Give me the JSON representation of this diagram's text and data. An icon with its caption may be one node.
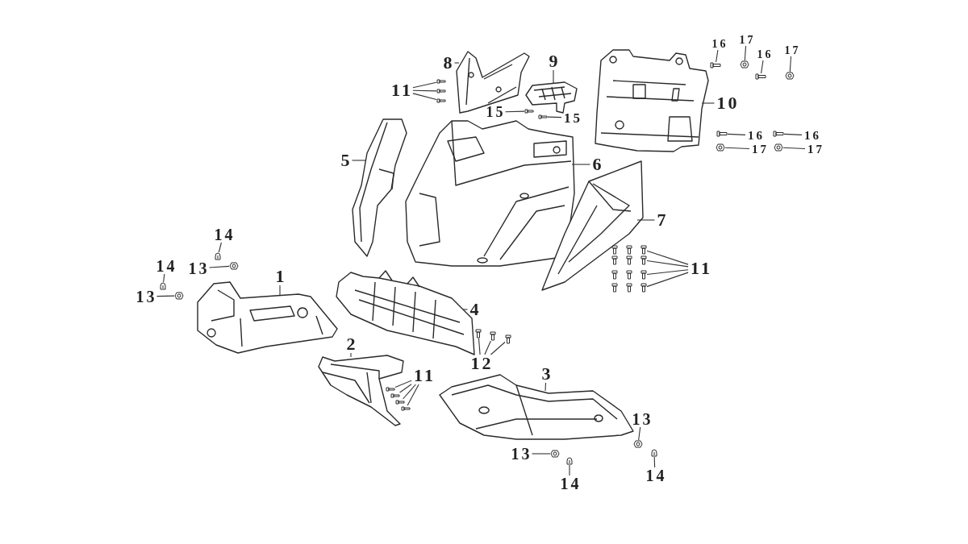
{
  "diagram": {
    "nodes": [
      {
        "text": [
          "8"
        ]
      },
      {
        "text": [
          "9"
        ]
      },
      {
        "text": [
          "11"
        ]
      },
      {
        "text": [
          "15"
        ]
      },
      {
        "text": [
          "15"
        ]
      },
      {
        "text": [
          "10"
        ]
      },
      {
        "text": [
          "16"
        ]
      },
      {
        "text": [
          "17"
        ]
      },
      {
        "text": [
          "16"
        ]
      },
      {
        "text": [
          "17"
        ]
      },
      {
        "text": [
          "16"
        ]
      },
      {
        "text": [
          "16"
        ]
      },
      {
        "text": [
          "17"
        ]
      },
      {
        "text": [
          "17"
        ]
      },
      {
        "text": [
          "5"
        ]
      },
      {
        "text": [
          "6"
        ]
      },
      {
        "text": [
          "7"
        ]
      },
      {
        "text": [
          "11"
        ]
      },
      {
        "text": [
          "14"
        ]
      },
      {
        "text": [
          "14"
        ]
      },
      {
        "text": [
          "13"
        ]
      },
      {
        "text": [
          "13"
        ]
      },
      {
        "text": [
          "1"
        ]
      },
      {
        "text": [
          "4"
        ]
      },
      {
        "text": [
          "2"
        ]
      },
      {
        "text": [
          "11"
        ]
      },
      {
        "text": [
          "12"
        ]
      },
      {
        "text": [
          "3"
        ]
      },
      {
        "text": [
          "13"
        ]
      },
      {
        "text": [
          "13"
        ]
      },
      {
        "text": [
          "14"
        ]
      },
      {
        "text": [
          "14"
        ]
      },
      {
        "text": [],
        "shape": "picture"
      },
      {
        "text": [],
        "shape": "picture"
      },
      {
        "text": [],
        "shape": "picture"
      },
      {
        "text": [],
        "shape": "picture"
      },
      {
        "text": [],
        "shape": "picture"
      },
      {
        "text": [],
        "shape": "picture"
      },
      {
        "text": [],
        "shape": "picture"
      },
      {
        "text": [],
        "shape": "picture"
      },
      {
        "text": [],
        "shape": "picture"
      },
      {
        "text": [],
        "shape": "picture"
      },
      {
        "text": [],
        "shape": "picture"
      },
      {
        "text": [],
        "shape": "picture"
      },
      {
        "text": [],
        "shape": "picture"
      },
      {
        "text": [],
        "shape": "picture"
      },
      {
        "text": [],
        "shape": "picture"
      },
      {
        "text": [],
        "shape": "picture"
      },
      {
        "text": [],
        "shape": "picture"
      },
      {
        "text": [],
        "shape": "picture"
      },
      {
        "text": [],
        "shape": "picture"
      },
      {
        "text": [],
        "shape": "picture"
      },
      {
        "text": [],
        "shape": "picture"
      },
      {
        "text": [],
        "shape": "picture"
      },
      {
        "text": [],
        "shape": "picture"
      },
      {
        "text": [],
        "shape": "picture"
      },
      {
        "text": [],
        "shape": "picture"
      },
      {
        "text": [],
        "shape": "picture"
      },
      {
        "text": [],
        "shape": "picture"
      },
      {
        "text": [],
        "shape": "picture"
      },
      {
        "text": [],
        "shape": "picture"
      },
      {
        "text": [],
        "shape": "picture"
      },
      {
        "text": [],
        "shape": "picture"
      },
      {
        "text": [],
        "shape": "picture"
      },
      {
        "text": [],
        "shape": "picture"
      },
      {
        "text": [],
        "shape": "picture"
      },
      {
        "text": [],
        "shape": "picture"
      },
      {
        "text": [],
        "shape": "picture"
      },
      {
        "text": [],
        "shape": "picture"
      },
      {
        "text": [],
        "shape": "picture"
      },
      {
        "text": [],
        "shape": "picture"
      },
      {
        "text": [],
        "shape": "picture"
      },
      {
        "text": [],
        "shape": "picture"
      },
      {
        "text": [],
        "shape": "picture"
      }
    ],
    "edges": [
      {
        "from": 0,
        "to": 32,
        "arrow": "none"
      },
      {
        "from": 1,
        "to": 33,
        "arrow": "none"
      },
      {
        "from": 2,
        "to": 42,
        "arrow": "none"
      },
      {
        "from": 2,
        "to": 43,
        "arrow": "none"
      },
      {
        "from": 2,
        "to": 44,
        "arrow": "none"
      },
      {
        "from": 3,
        "to": 45,
        "arrow": "none"
      },
      {
        "from": 4,
        "to": 46,
        "arrow": "none"
      },
      {
        "from": 5,
        "to": 34,
        "arrow": "none"
      },
      {
        "from": 6,
        "to": 47,
        "arrow": "none"
      },
      {
        "from": 7,
        "to": 48,
        "arrow": "none"
      },
      {
        "from": 8,
        "to": 49,
        "arrow": "none"
      },
      {
        "from": 9,
        "to": 50,
        "arrow": "none"
      },
      {
        "from": 10,
        "to": 51,
        "arrow": "none"
      },
      {
        "from": 11,
        "to": 52,
        "arrow": "none"
      },
      {
        "from": 12,
        "to": 53,
        "arrow": "none"
      },
      {
        "from": 13,
        "to": 54,
        "arrow": "none"
      },
      {
        "from": 14,
        "to": 35,
        "arrow": "none"
      },
      {
        "from": 15,
        "to": 36,
        "arrow": "none"
      },
      {
        "from": 16,
        "to": 37,
        "arrow": "none"
      },
      {
        "from": 17,
        "to": 55,
        "arrow": "none"
      },
      {
        "from": 17,
        "to": 56,
        "arrow": "none"
      },
      {
        "from": 17,
        "to": 57,
        "arrow": "none"
      },
      {
        "from": 17,
        "to": 58,
        "arrow": "none"
      },
      {
        "from": 18,
        "to": 59,
        "arrow": "none"
      },
      {
        "from": 19,
        "to": 61,
        "arrow": "none"
      },
      {
        "from": 20,
        "to": 60,
        "arrow": "none"
      },
      {
        "from": 21,
        "to": 62,
        "arrow": "none"
      },
      {
        "from": 22,
        "to": 38,
        "arrow": "none"
      },
      {
        "from": 23,
        "to": 39,
        "arrow": "none"
      },
      {
        "from": 24,
        "to": 40,
        "arrow": "none"
      },
      {
        "from": 25,
        "to": 63,
        "arrow": "none"
      },
      {
        "from": 25,
        "to": 64,
        "arrow": "none"
      },
      {
        "from": 25,
        "to": 65,
        "arrow": "none"
      },
      {
        "from": 25,
        "to": 66,
        "arrow": "none"
      },
      {
        "from": 26,
        "to": 67,
        "arrow": "none"
      },
      {
        "from": 26,
        "to": 68,
        "arrow": "none"
      },
      {
        "from": 26,
        "to": 69,
        "arrow": "none"
      },
      {
        "from": 27,
        "to": 41,
        "arrow": "none"
      },
      {
        "from": 28,
        "to": 70,
        "arrow": "none"
      },
      {
        "from": 29,
        "to": 72,
        "arrow": "none"
      },
      {
        "from": 30,
        "to": 73,
        "arrow": "none"
      },
      {
        "from": 31,
        "to": 71,
        "arrow": "none"
      }
    ]
  }
}
